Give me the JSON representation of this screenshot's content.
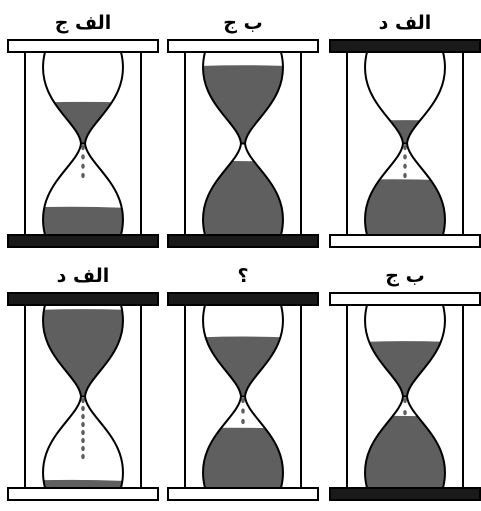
{
  "puzzle": {
    "hourglasses": [
      {
        "label": "الف ج",
        "top_plate": "white",
        "bottom_plate": "black",
        "upper_sand": 0.45,
        "lower_sand": 0.3,
        "stream_dots": 4
      },
      {
        "label": "ب ج",
        "top_plate": "white",
        "bottom_plate": "black",
        "upper_sand": 0.85,
        "lower_sand": 0.8,
        "stream_dots": 0
      },
      {
        "label": "الف د",
        "top_plate": "black",
        "bottom_plate": "white",
        "upper_sand": 0.25,
        "lower_sand": 0.6,
        "stream_dots": 4
      },
      {
        "label": "الف د",
        "top_plate": "black",
        "bottom_plate": "white",
        "upper_sand": 0.95,
        "lower_sand": 0.08,
        "stream_dots": 8
      },
      {
        "label": "؟",
        "top_plate": "black",
        "bottom_plate": "white",
        "upper_sand": 0.65,
        "lower_sand": 0.65,
        "stream_dots": 3
      },
      {
        "label": "ب ج",
        "top_plate": "white",
        "bottom_plate": "black",
        "upper_sand": 0.6,
        "lower_sand": 0.78,
        "stream_dots": 2
      }
    ],
    "colors": {
      "sand": "#5f5f5f",
      "plate_black": "#1a1a1a",
      "plate_white": "#ffffff",
      "outline": "#000000"
    }
  }
}
